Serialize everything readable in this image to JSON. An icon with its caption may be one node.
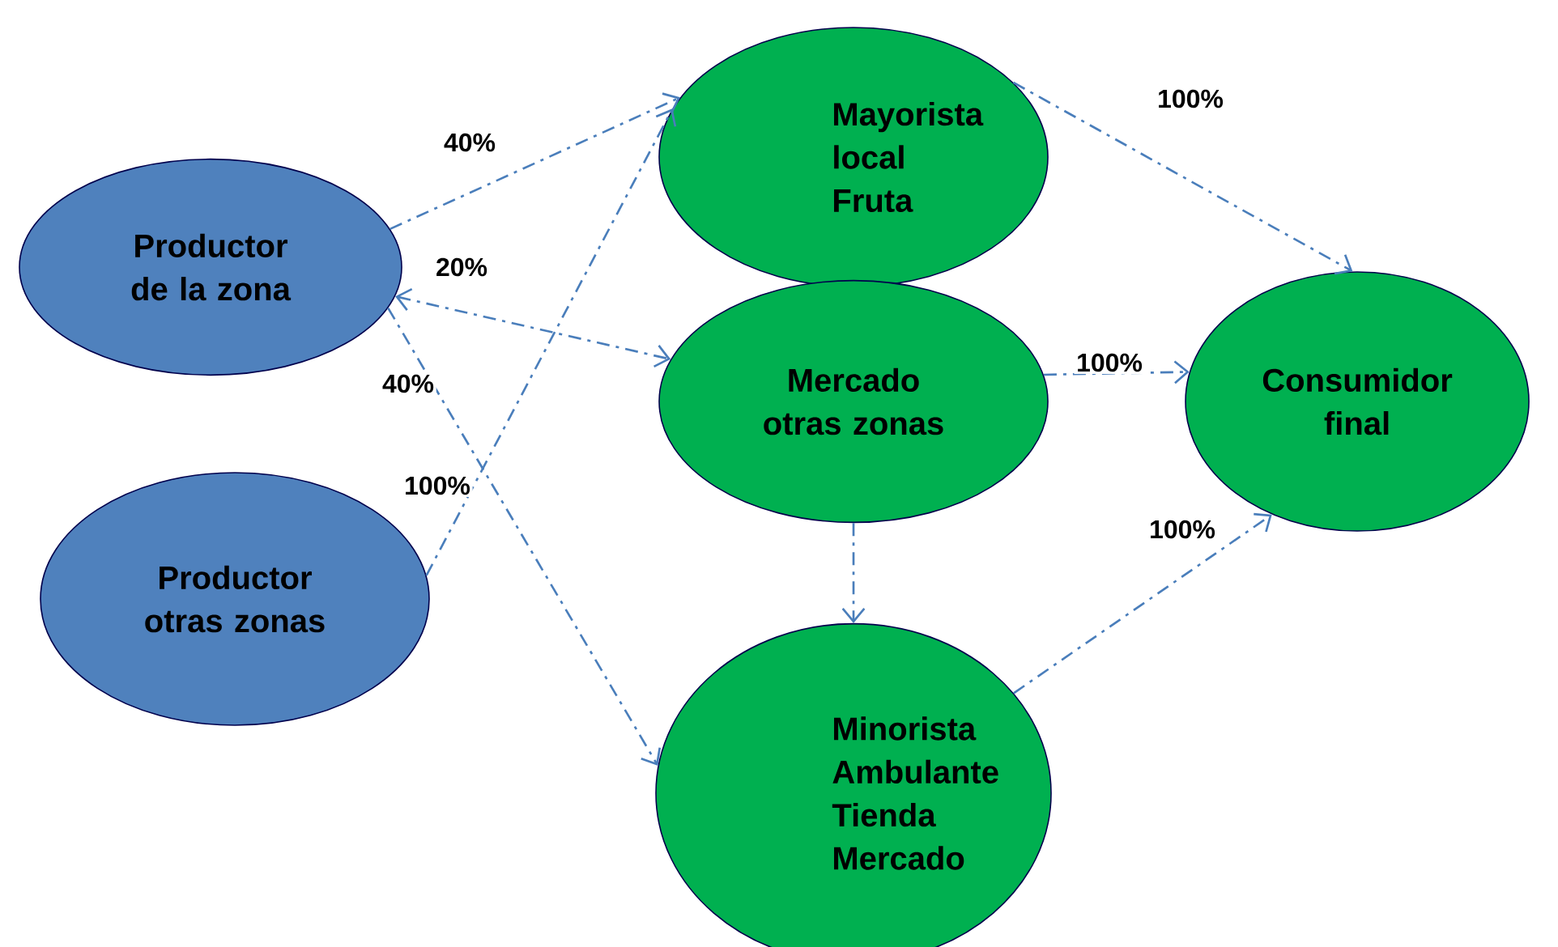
{
  "diagram": {
    "nodes": [
      {
        "text": [
          "Productor de la zona"
        ]
      },
      {
        "text": [
          "Productor otras zonas"
        ]
      },
      {
        "text": [
          "Mayorista local Fruta"
        ]
      },
      {
        "text": [
          "Mercado otras zonas"
        ]
      },
      {
        "text": [
          "Minorista Ambulante Tienda Mercado"
        ]
      },
      {
        "text": [
          "Consumidor final"
        ]
      }
    ],
    "edges": [
      {
        "from": 0,
        "to": 2,
        "arrow": "to",
        "label": "40%"
      },
      {
        "from": 0,
        "to": 3,
        "arrow": "both",
        "label": "20%"
      },
      {
        "from": 0,
        "to": 4,
        "arrow": "to",
        "label": "40%"
      },
      {
        "from": 1,
        "to": 2,
        "arrow": "to",
        "label": "100%"
      },
      {
        "from": 2,
        "to": 5,
        "arrow": "to",
        "label": "100%"
      },
      {
        "from": 3,
        "to": 5,
        "arrow": "to",
        "label": "100%"
      },
      {
        "from": 3,
        "to": 4,
        "arrow": "to"
      },
      {
        "from": 4,
        "to": 5,
        "arrow": "to",
        "label": "100%"
      }
    ]
  }
}
